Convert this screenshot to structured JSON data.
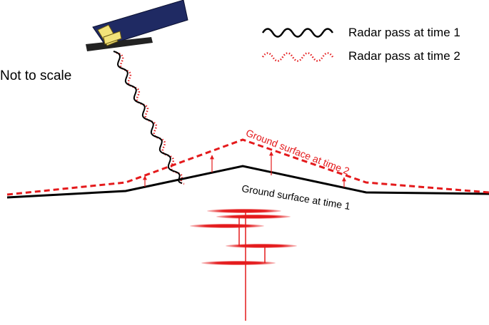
{
  "annotation": {
    "scale_note": "Not to scale"
  },
  "legend": {
    "time1": {
      "label": "Radar pass at time 1",
      "color": "#000000"
    },
    "time2": {
      "label": "Radar pass at time 2",
      "color": "#e41a1c"
    }
  },
  "labels": {
    "ground_time1": "Ground surface at time 1",
    "ground_time2": "Ground surface at time 2"
  },
  "colors": {
    "satellite_panel": "#1f2a63",
    "satellite_body": "#f3e37a",
    "satellite_dark": "#222222",
    "deformation": "#e41a1c",
    "ground": "#000000"
  },
  "icons": [
    "satellite-icon",
    "magma-source-icon"
  ]
}
